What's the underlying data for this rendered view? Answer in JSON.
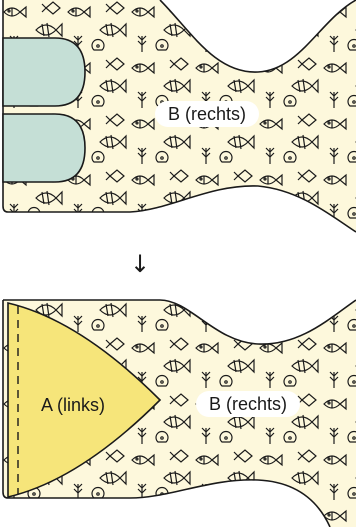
{
  "figure": {
    "top_panel": {
      "label_b": "B (rechts)"
    },
    "arrow": {
      "glyph": "↓"
    },
    "bottom_panel": {
      "label_a": "A (links)",
      "label_b": "B (rechts)"
    }
  },
  "colors": {
    "fabric": "#fdf8dc",
    "outline": "#1a1a1a",
    "mint_piece": "#c5dfd6",
    "yellow_piece": "#f6e57a"
  },
  "icons": [
    "fish-icon",
    "fishbone-icon",
    "wheat-icon",
    "shell-icon",
    "diamond-fish-icon"
  ]
}
